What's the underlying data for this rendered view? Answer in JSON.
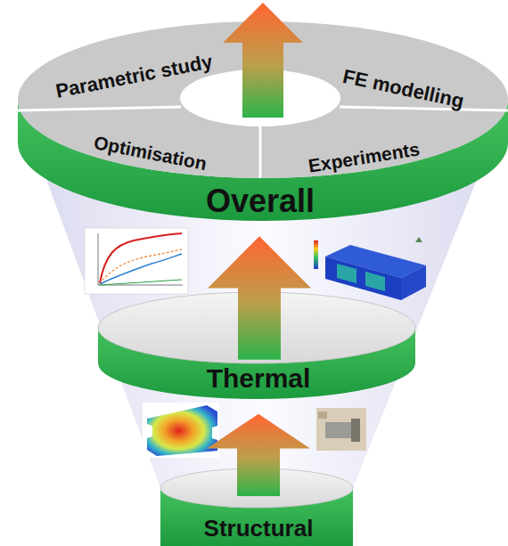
{
  "diagram": {
    "nodes": [
      {
        "text": [
          "Parametric study"
        ]
      },
      {
        "text": [
          "FE modelling"
        ]
      },
      {
        "text": [
          "Optimisation"
        ]
      },
      {
        "text": [
          "Experiments"
        ]
      },
      {
        "text": [
          "Overall"
        ]
      },
      {
        "text": [
          "Thermal"
        ]
      },
      {
        "text": [
          "Structural"
        ]
      }
    ],
    "edges": [
      {
        "from": 6,
        "to": 5,
        "arrow": "to"
      },
      {
        "from": 5,
        "to": 4,
        "arrow": "to"
      }
    ]
  }
}
